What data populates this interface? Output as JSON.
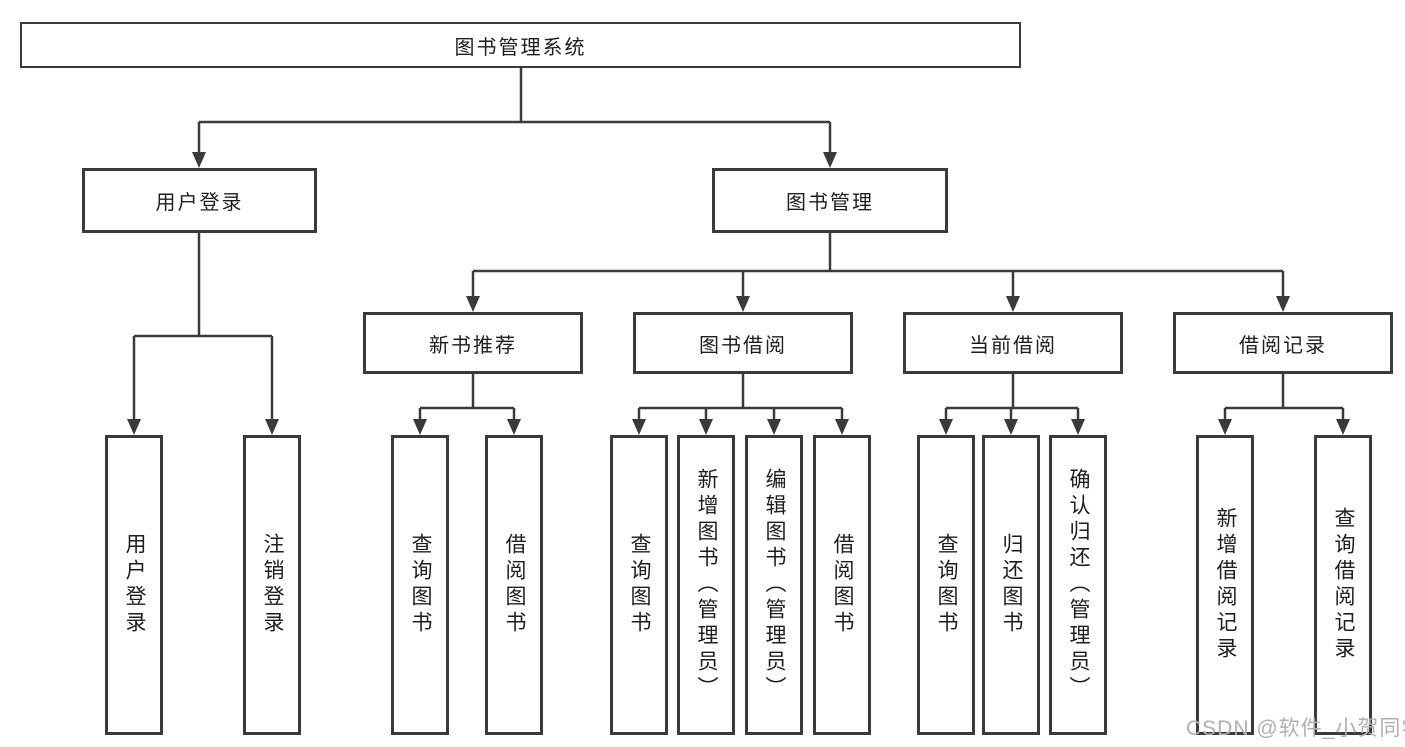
{
  "diagram_title": "图书管理系统",
  "nodes": {
    "root": {
      "label": "图书管理系统"
    },
    "branches": [
      {
        "label": "用户登录",
        "children": [
          {
            "label": "用户登录"
          },
          {
            "label": "注销登录"
          }
        ]
      },
      {
        "label": "图书管理",
        "children": [
          {
            "label": "新书推荐",
            "children": [
              {
                "label": "查询图书"
              },
              {
                "label": "借阅图书"
              }
            ]
          },
          {
            "label": "图书借阅",
            "children": [
              {
                "label": "查询图书"
              },
              {
                "label": "新增图书（管理员）"
              },
              {
                "label": "编辑图书（管理员）"
              },
              {
                "label": "借阅图书"
              }
            ]
          },
          {
            "label": "当前借阅",
            "children": [
              {
                "label": "查询图书"
              },
              {
                "label": "归还图书"
              },
              {
                "label": "确认归还（管理员）"
              }
            ]
          },
          {
            "label": "借阅记录",
            "children": [
              {
                "label": "新增借阅记录"
              },
              {
                "label": "查询借阅记录"
              }
            ]
          }
        ]
      }
    ]
  },
  "watermark": {
    "text": "CSDN @软件_小贺同学"
  },
  "colors": {
    "line": "#3a3a3a",
    "text": "#1e1e1e",
    "watermark": "#b0b0b0",
    "background": "#ffffff"
  }
}
